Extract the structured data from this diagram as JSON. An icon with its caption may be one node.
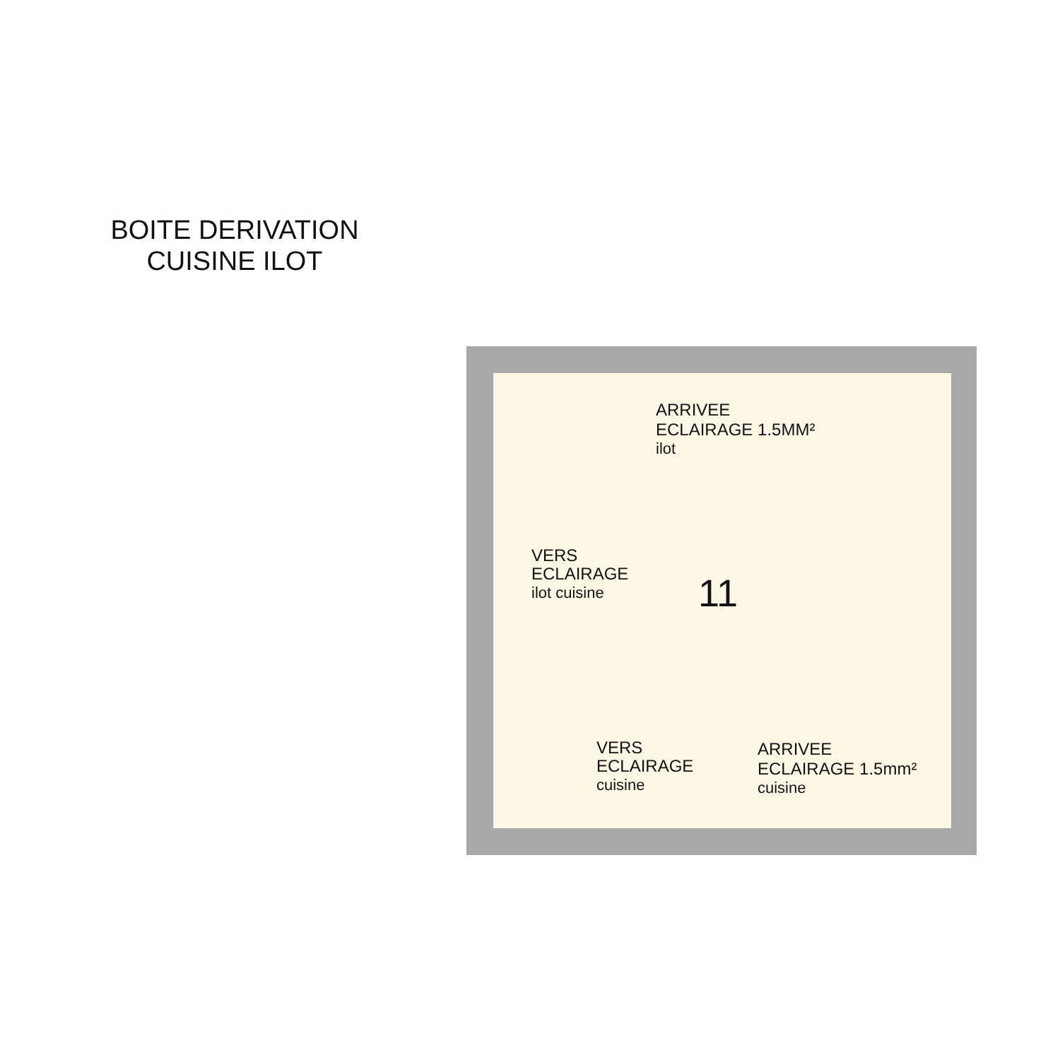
{
  "diagram": {
    "title": "BOITE DERIVATION CUISINE ILOT",
    "nodes": [
      {
        "text": [
          "11"
        ]
      }
    ],
    "labels": [
      "ARRIVEE",
      "ECLAIRAGE 1.5MM²",
      "ilot",
      "VERS",
      "ECLAIRAGE",
      "ilot cuisine",
      "VERS",
      "ECLAIRAGE",
      "cuisine",
      "ARRIVEE",
      "ECLAIRAGE 1.5mm²",
      "cuisine"
    ]
  }
}
